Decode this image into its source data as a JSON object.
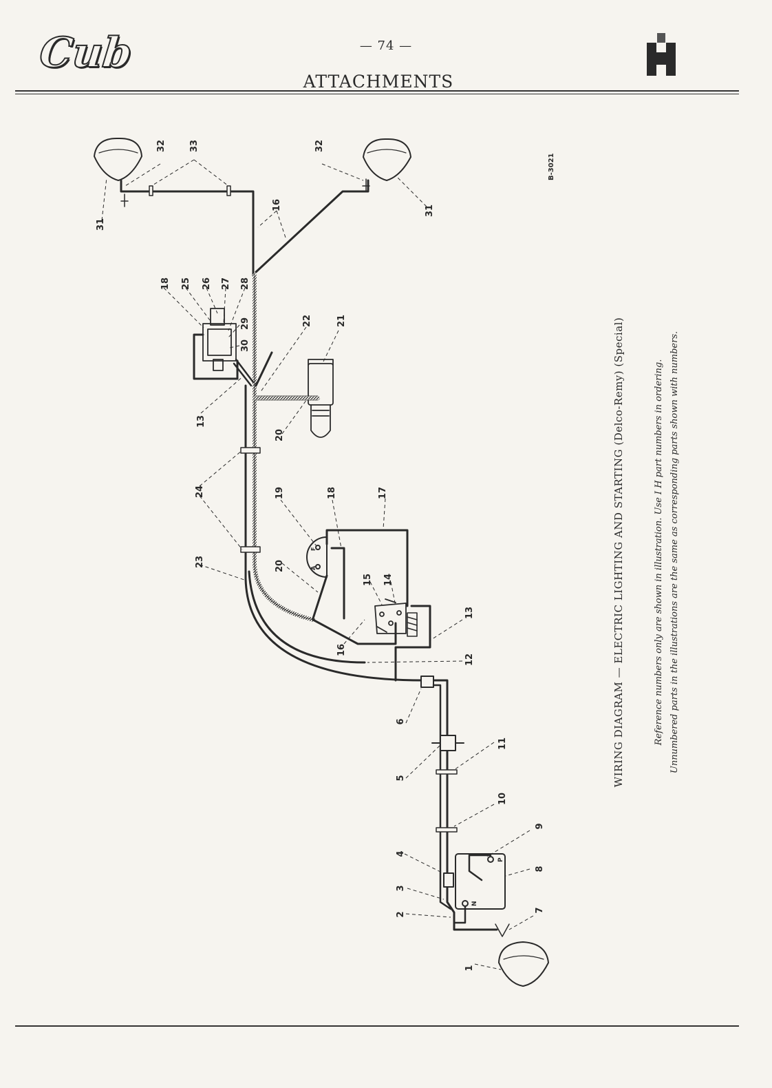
{
  "header": {
    "logo_text": "Cub",
    "page_number": "— 74 —",
    "title": "ATTACHMENTS"
  },
  "diagram": {
    "figure_code": "B-3021",
    "title": "WIRING DIAGRAM — ELECTRIC LIGHTING AND STARTING (Delco-Remy) (Special)",
    "note_1": "Reference numbers only are shown in illustration.    Use I H part numbers in ordering.",
    "note_2": "Unnumbered parts in the illustrations are the same as corresponding parts shown with numbers.",
    "callouts": [
      {
        "id": "c1",
        "label": "1"
      },
      {
        "id": "c2",
        "label": "2"
      },
      {
        "id": "c3",
        "label": "3"
      },
      {
        "id": "c4",
        "label": "4"
      },
      {
        "id": "c5",
        "label": "5"
      },
      {
        "id": "c6",
        "label": "6"
      },
      {
        "id": "c7",
        "label": "7"
      },
      {
        "id": "c8",
        "label": "8"
      },
      {
        "id": "c9",
        "label": "9"
      },
      {
        "id": "c10",
        "label": "10"
      },
      {
        "id": "c11",
        "label": "11"
      },
      {
        "id": "c12",
        "label": "12"
      },
      {
        "id": "c13a",
        "label": "13"
      },
      {
        "id": "c13b",
        "label": "13"
      },
      {
        "id": "c14",
        "label": "14"
      },
      {
        "id": "c15",
        "label": "15"
      },
      {
        "id": "c16a",
        "label": "16"
      },
      {
        "id": "c16b",
        "label": "16"
      },
      {
        "id": "c17",
        "label": "17"
      },
      {
        "id": "c18a",
        "label": "18"
      },
      {
        "id": "c18b",
        "label": "18"
      },
      {
        "id": "c19",
        "label": "19"
      },
      {
        "id": "c20a",
        "label": "20"
      },
      {
        "id": "c20b",
        "label": "20"
      },
      {
        "id": "c21",
        "label": "21"
      },
      {
        "id": "c22",
        "label": "22"
      },
      {
        "id": "c23",
        "label": "23"
      },
      {
        "id": "c24",
        "label": "24"
      },
      {
        "id": "c25",
        "label": "25"
      },
      {
        "id": "c26",
        "label": "26"
      },
      {
        "id": "c27",
        "label": "27"
      },
      {
        "id": "c28",
        "label": "28"
      },
      {
        "id": "c29",
        "label": "29"
      },
      {
        "id": "c30",
        "label": "30"
      },
      {
        "id": "c31a",
        "label": "31"
      },
      {
        "id": "c31b",
        "label": "31"
      },
      {
        "id": "c32a",
        "label": "32"
      },
      {
        "id": "c32b",
        "label": "32"
      },
      {
        "id": "c33",
        "label": "33"
      }
    ],
    "terminal_labels": {
      "battery_pos": "P",
      "battery_neg": "N",
      "gen_f": "F",
      "gen_a": "A"
    }
  },
  "colors": {
    "ink": "#2a2a2a",
    "paper": "#f6f4ef"
  }
}
